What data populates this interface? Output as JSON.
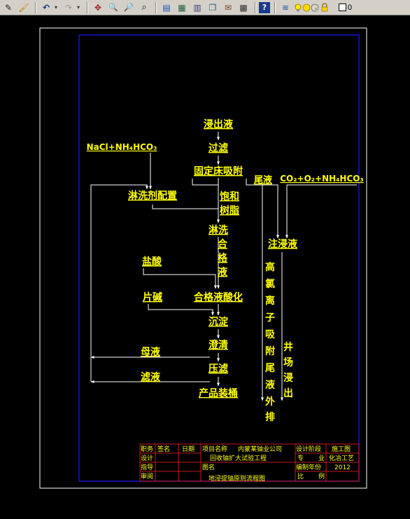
{
  "toolbar": {
    "buttons": [
      {
        "name": "pencil-icon",
        "glyph": "✎"
      },
      {
        "name": "match-properties-icon",
        "glyph": "🖌"
      },
      {
        "name": "undo-icon",
        "glyph": "↶"
      },
      {
        "name": "redo-icon",
        "glyph": "↷"
      },
      {
        "name": "pan-icon",
        "glyph": "✥"
      },
      {
        "name": "zoom-realtime-icon",
        "glyph": "🔍"
      },
      {
        "name": "zoom-window-icon",
        "glyph": "🔎"
      },
      {
        "name": "zoom-previous-icon",
        "glyph": "⌕"
      },
      {
        "name": "properties-icon",
        "glyph": "▤"
      },
      {
        "name": "design-center-icon",
        "glyph": "▦"
      },
      {
        "name": "tool-palettes-icon",
        "glyph": "▥"
      },
      {
        "name": "sheet-set-icon",
        "glyph": "❐"
      },
      {
        "name": "markup-icon",
        "glyph": "✉"
      },
      {
        "name": "calculator-icon",
        "glyph": "▩"
      },
      {
        "name": "help-icon",
        "glyph": "?"
      },
      {
        "name": "layer-manager-icon",
        "glyph": "≋"
      }
    ],
    "layer_value": "0"
  },
  "diagram": {
    "nodes": {
      "leach": "浸出液",
      "filter": "过滤",
      "fixed_bed": "固定床吸附",
      "tail": "尾液",
      "co2": "CO₂+O₂+NH₄HCO₃",
      "nacl": "NaCl+NH₄HCO₃",
      "eluent": "淋洗剂配置",
      "sat_resin_1": "饱和",
      "sat_resin_2": "树脂",
      "elution": "淋洗",
      "inject": "注浸液",
      "qualified": [
        "合",
        "格",
        "液"
      ],
      "hcl": "盐酸",
      "high_cl": [
        "高",
        "氯",
        "离",
        "子",
        "吸",
        "附",
        "尾",
        "液",
        "外",
        "排"
      ],
      "naoh": "片碱",
      "acidify": "合格液酸化",
      "precip": "沉淀",
      "well": [
        "井",
        "场",
        "浸",
        "出"
      ],
      "mother": "母液",
      "clarify": "澄清",
      "filtrate": "滤液",
      "press": "压滤",
      "product": "产品装桶"
    },
    "title_block": {
      "r1": [
        "职务",
        "签名",
        "日期",
        "项目名称",
        "内蒙某铀业公司",
        "设计阶段",
        "施工图"
      ],
      "r2": [
        "设计",
        "回收铀扩大试验工程",
        "专",
        "业",
        "化冶工艺"
      ],
      "r3": [
        "指导",
        "图名",
        "编制年份",
        "2012"
      ],
      "r4": [
        "审阅",
        "地浸提铀原则流程图",
        "比",
        "例"
      ]
    }
  },
  "colors": {
    "toolbar_bg": "#d4d0c8",
    "canvas_bg": "#000000",
    "label_yellow": "#ffff00",
    "line_white": "#ffffff",
    "frame_blue": "#1a1aff",
    "table_red": "#ff2020"
  }
}
